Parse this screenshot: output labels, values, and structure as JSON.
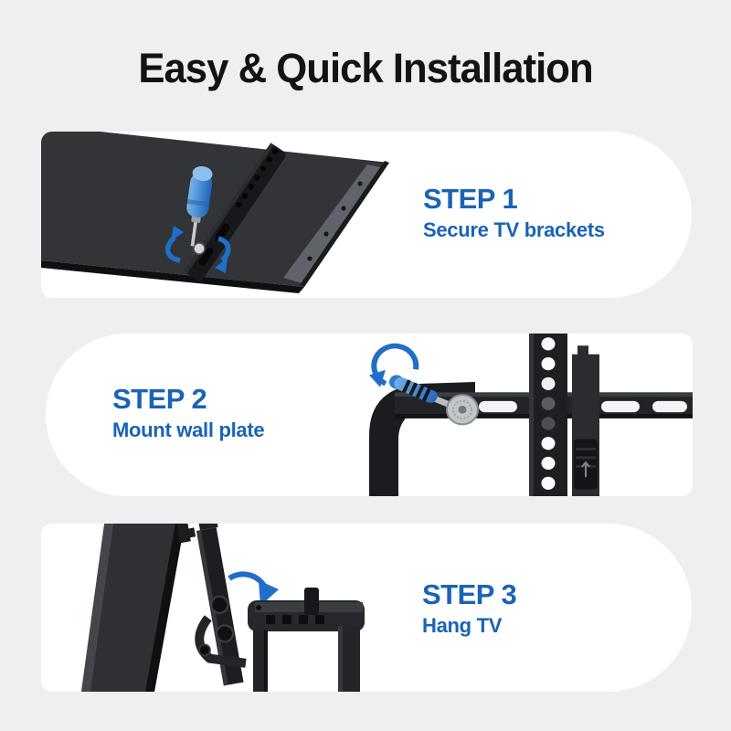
{
  "title": "Easy & Quick Installation",
  "colors": {
    "page_background": "#efefef",
    "card_background": "#ffffff",
    "title_text": "#131313",
    "accent_blue": "#1a63b5",
    "arrow_blue": "#1f6fc8",
    "tool_blue": "#2f7bd0",
    "product_dark": "#2e3033"
  },
  "steps": [
    {
      "label": "STEP 1",
      "description": "Secure TV brackets",
      "illustration": "tv-back-with-bracket-and-screwdriver"
    },
    {
      "label": "STEP 2",
      "description": "Mount wall plate",
      "illustration": "wall-plate-corner-with-ratchet-wrench"
    },
    {
      "label": "STEP 3",
      "description": "Hang TV",
      "illustration": "tv-bracket-hooking-onto-wall-plate"
    }
  ]
}
